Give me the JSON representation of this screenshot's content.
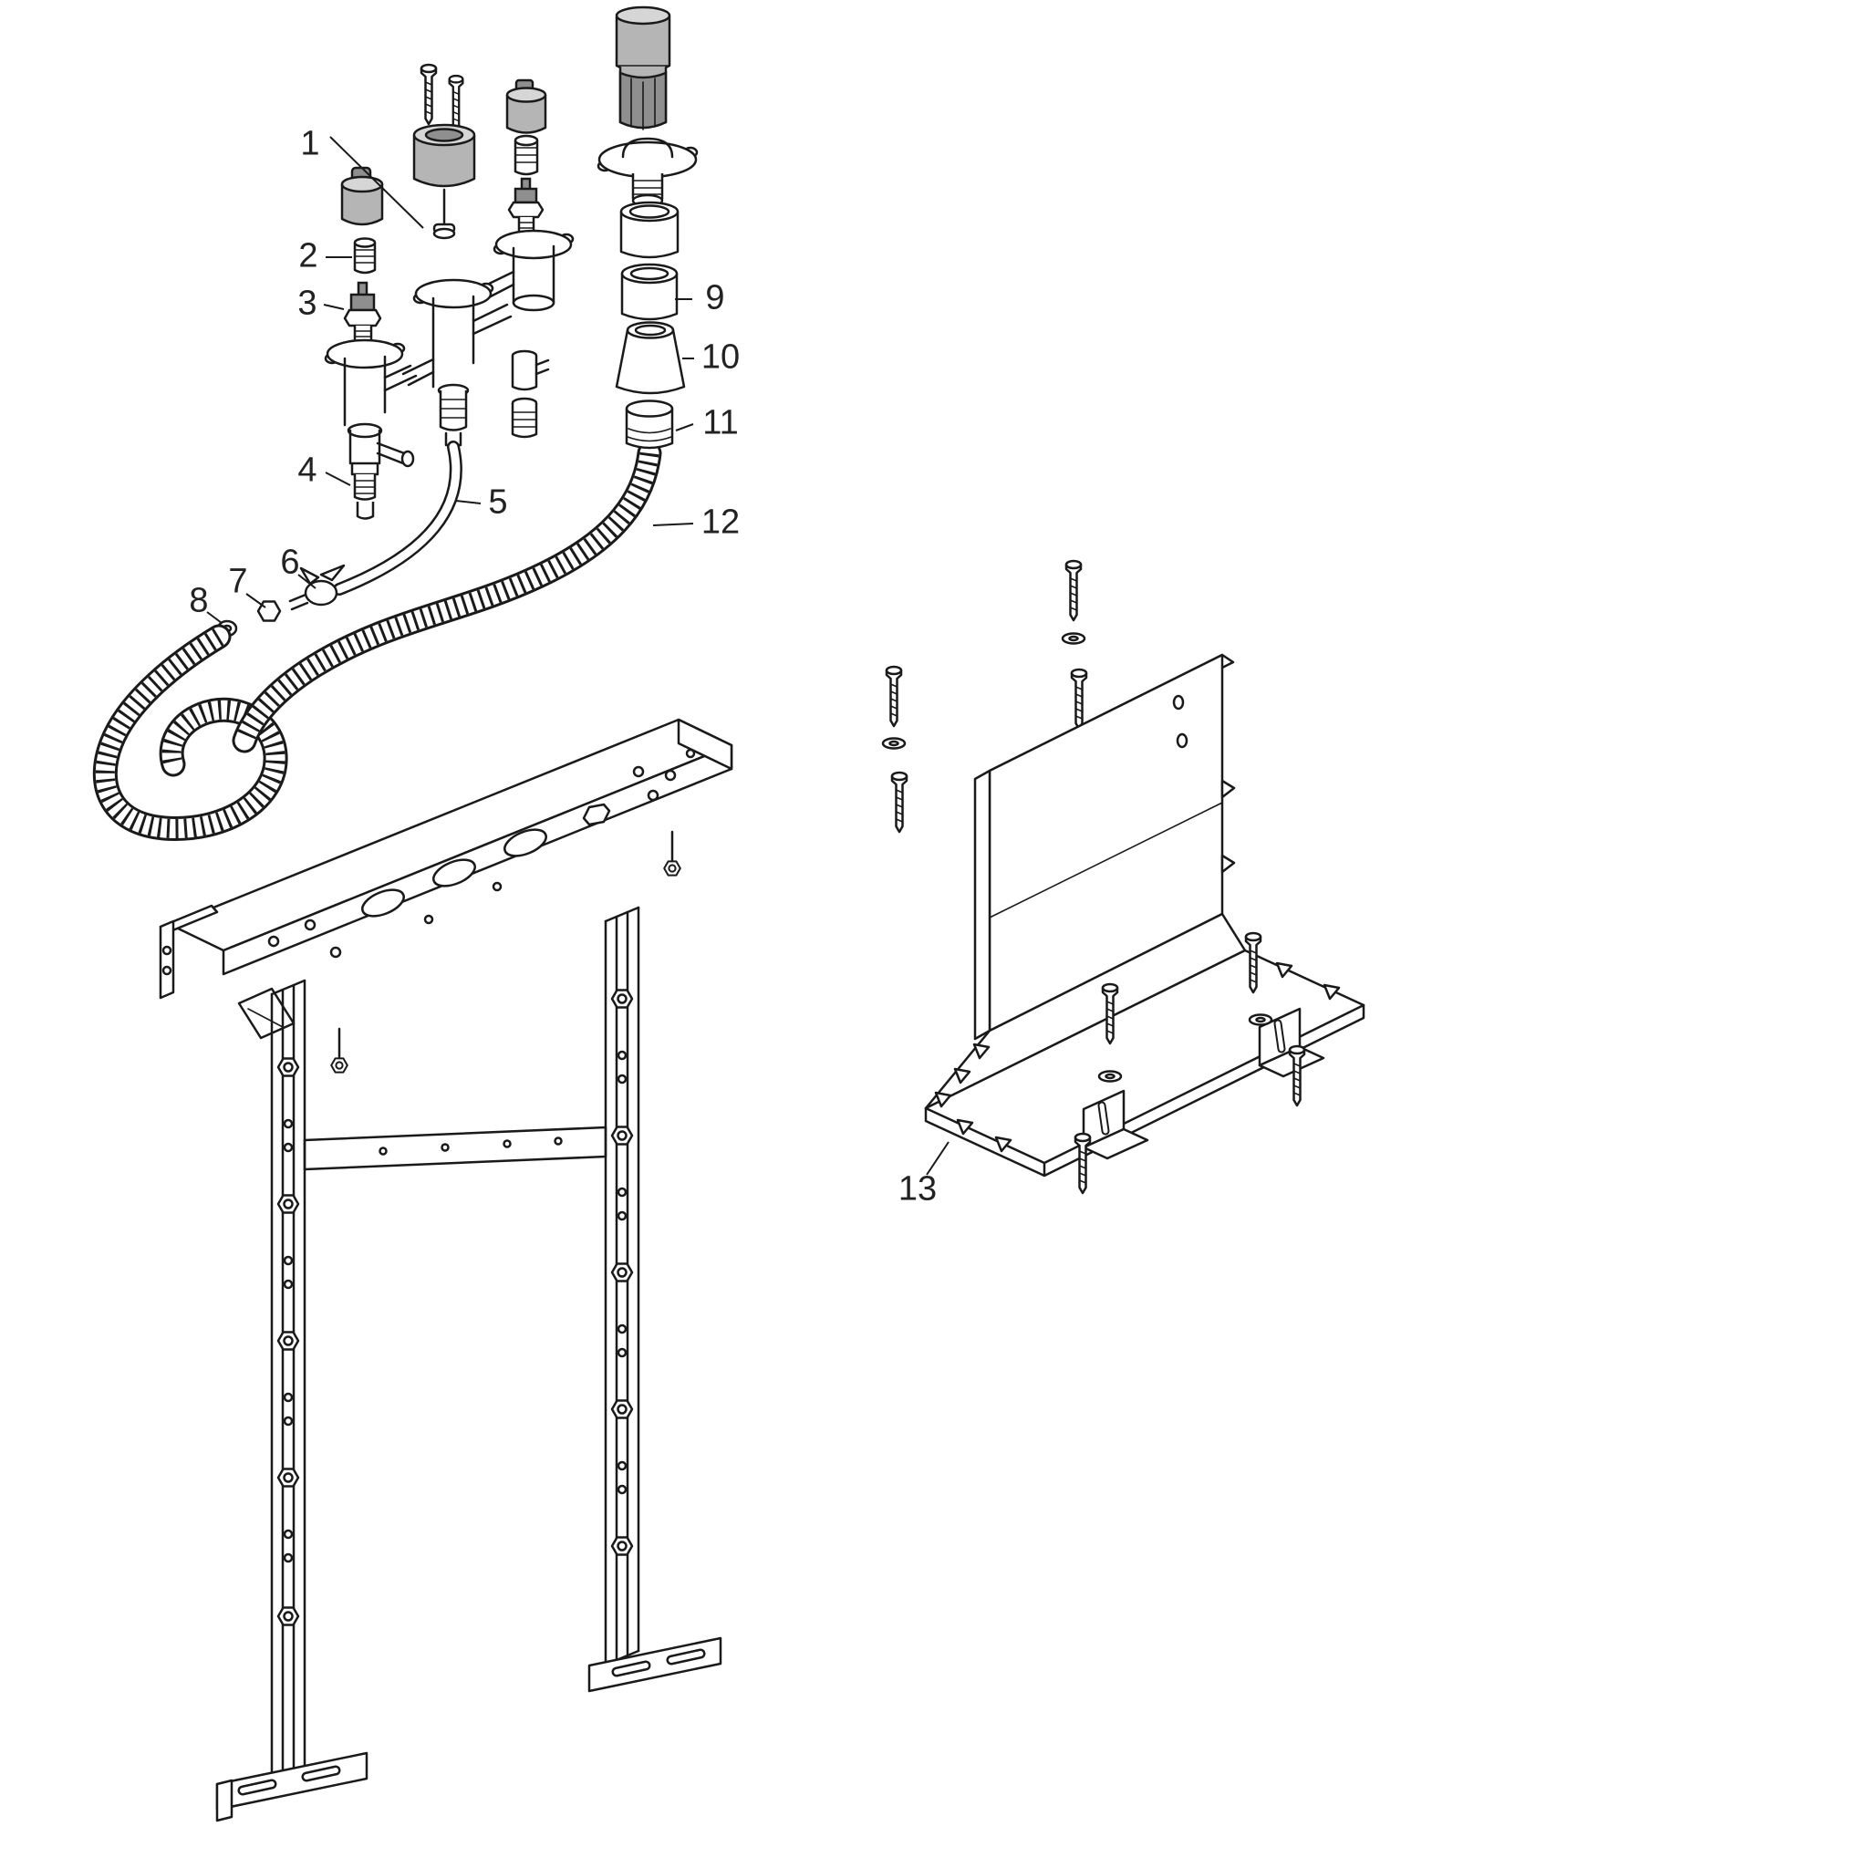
{
  "figure": {
    "type": "exploded-parts-diagram"
  },
  "labels": [
    {
      "text": "1"
    },
    {
      "text": "2"
    },
    {
      "text": "3"
    },
    {
      "text": "4"
    },
    {
      "text": "5"
    },
    {
      "text": "6"
    },
    {
      "text": "7"
    },
    {
      "text": "8"
    },
    {
      "text": "9"
    },
    {
      "text": "10"
    },
    {
      "text": "11"
    },
    {
      "text": "12"
    },
    {
      "text": "13"
    }
  ],
  "colors": {
    "line": "#1a1a1a",
    "shade_light": "#d6d6d6",
    "shade_mid": "#b5b5b5",
    "shade_dark": "#8f8f8f",
    "background": "#ffffff"
  }
}
